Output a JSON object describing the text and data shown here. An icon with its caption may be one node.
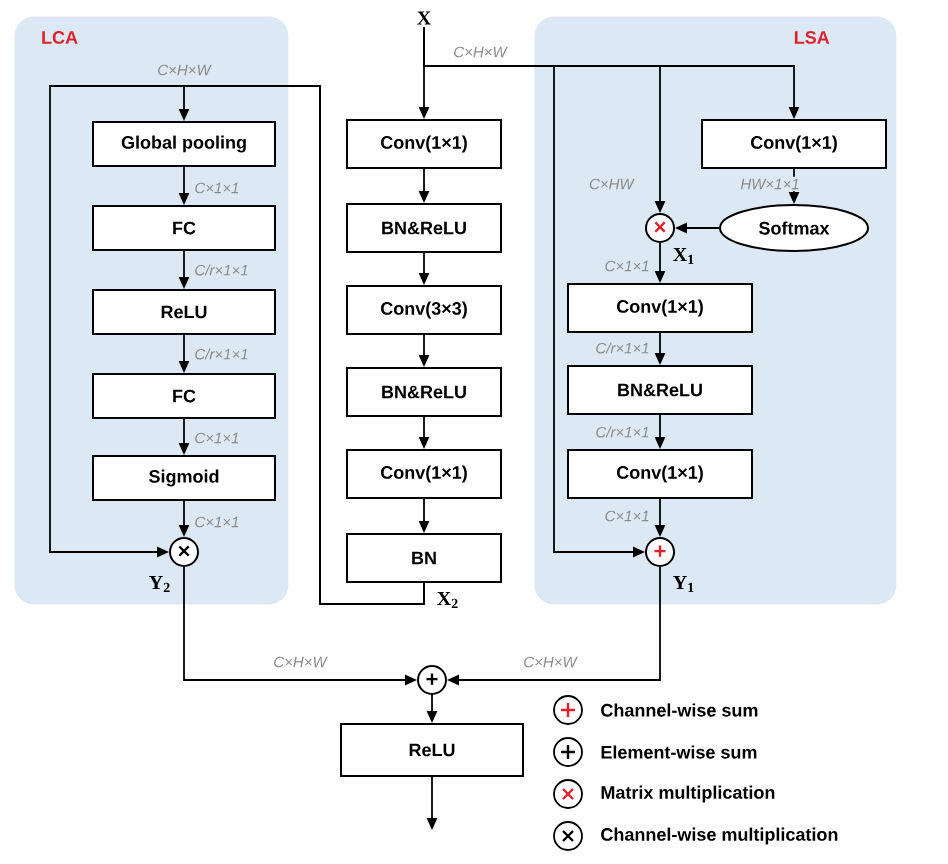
{
  "diagram": {
    "nodes": [
      {
        "text": [
          "LCA"
        ]
      },
      {
        "text": [
          "Global pooling"
        ],
        "in": 0
      },
      {
        "text": [
          "FC"
        ],
        "in": 0
      },
      {
        "text": [
          "ReLU"
        ],
        "in": 0
      },
      {
        "text": [
          "FC"
        ],
        "in": 0
      },
      {
        "text": [
          "Sigmoid"
        ],
        "in": 0
      },
      {
        "text": [
          "×"
        ],
        "in": 0,
        "beside": [
          "Y$_{2}$"
        ]
      },
      {
        "text": [
          "X"
        ]
      },
      {
        "text": [
          "Conv(1×1)"
        ]
      },
      {
        "text": [
          "BN&ReLU"
        ]
      },
      {
        "text": [
          "Conv(3×3)"
        ]
      },
      {
        "text": [
          "BN&ReLU"
        ]
      },
      {
        "text": [
          "Conv(1×1)"
        ]
      },
      {
        "text": [
          "BN"
        ],
        "beside": [
          "X$_{2}$"
        ]
      },
      {
        "text": [
          "LSA"
        ]
      },
      {
        "text": [
          "Conv(1×1)"
        ],
        "in": 14
      },
      {
        "text": [
          "Softmax"
        ],
        "in": 14
      },
      {
        "text": [
          "×"
        ],
        "in": 14,
        "beside": [
          "X$_{1}$"
        ]
      },
      {
        "text": [
          "Conv(1×1)"
        ],
        "in": 14
      },
      {
        "text": [
          "BN&ReLU"
        ],
        "in": 14
      },
      {
        "text": [
          "Conv(1×1)"
        ],
        "in": 14
      },
      {
        "text": [
          "+"
        ],
        "in": 14,
        "beside": [
          "Y$_{1}$"
        ]
      },
      {
        "text": [
          "+"
        ]
      },
      {
        "text": [
          "ReLU"
        ]
      }
    ],
    "edges": [
      {
        "from": 7,
        "to": 8,
        "arrow": "to"
      },
      {
        "from": 7,
        "to": 15,
        "arrow": "to",
        "label": "C×H×W"
      },
      {
        "from": 7,
        "to": 17,
        "arrow": "to",
        "label": "C×HW"
      },
      {
        "from": 7,
        "to": 21,
        "arrow": "to"
      },
      {
        "from": 8,
        "to": 9,
        "arrow": "to"
      },
      {
        "from": 9,
        "to": 10,
        "arrow": "to"
      },
      {
        "from": 10,
        "to": 11,
        "arrow": "to"
      },
      {
        "from": 11,
        "to": 12,
        "arrow": "to"
      },
      {
        "from": 12,
        "to": 13,
        "arrow": "to"
      },
      {
        "from": 13,
        "to": 1,
        "arrow": "to",
        "label": "C×H×W"
      },
      {
        "from": 13,
        "to": 6,
        "arrow": "to"
      },
      {
        "from": 1,
        "to": 2,
        "arrow": "to",
        "label": "C×1×1"
      },
      {
        "from": 2,
        "to": 3,
        "arrow": "to",
        "label": "C/r×1×1"
      },
      {
        "from": 3,
        "to": 4,
        "arrow": "to",
        "label": "C/r×1×1"
      },
      {
        "from": 4,
        "to": 5,
        "arrow": "to",
        "label": "C×1×1"
      },
      {
        "from": 5,
        "to": 6,
        "arrow": "to",
        "label": "C×1×1"
      },
      {
        "from": 15,
        "to": 16,
        "arrow": "to",
        "label": "HW×1×1"
      },
      {
        "from": 16,
        "to": 17,
        "arrow": "to"
      },
      {
        "from": 17,
        "to": 18,
        "arrow": "to",
        "label": "C×1×1"
      },
      {
        "from": 18,
        "to": 19,
        "arrow": "to",
        "label": "C/r×1×1"
      },
      {
        "from": 19,
        "to": 20,
        "arrow": "to",
        "label": "C/r×1×1"
      },
      {
        "from": 20,
        "to": 21,
        "arrow": "to",
        "label": "C×1×1"
      },
      {
        "from": 6,
        "to": 22,
        "arrow": "to",
        "label": "C×H×W"
      },
      {
        "from": 21,
        "to": 22,
        "arrow": "to",
        "label": "C×H×W"
      },
      {
        "from": 22,
        "to": 23,
        "arrow": "to"
      },
      {
        "from": 23,
        "to": null,
        "arrow": "to"
      }
    ],
    "legend": [
      {
        "text": "Channel-wise sum"
      },
      {
        "text": "Element-wise sum"
      },
      {
        "text": "Matrix multiplication"
      },
      {
        "text": "Channel-wise multiplication"
      }
    ]
  }
}
